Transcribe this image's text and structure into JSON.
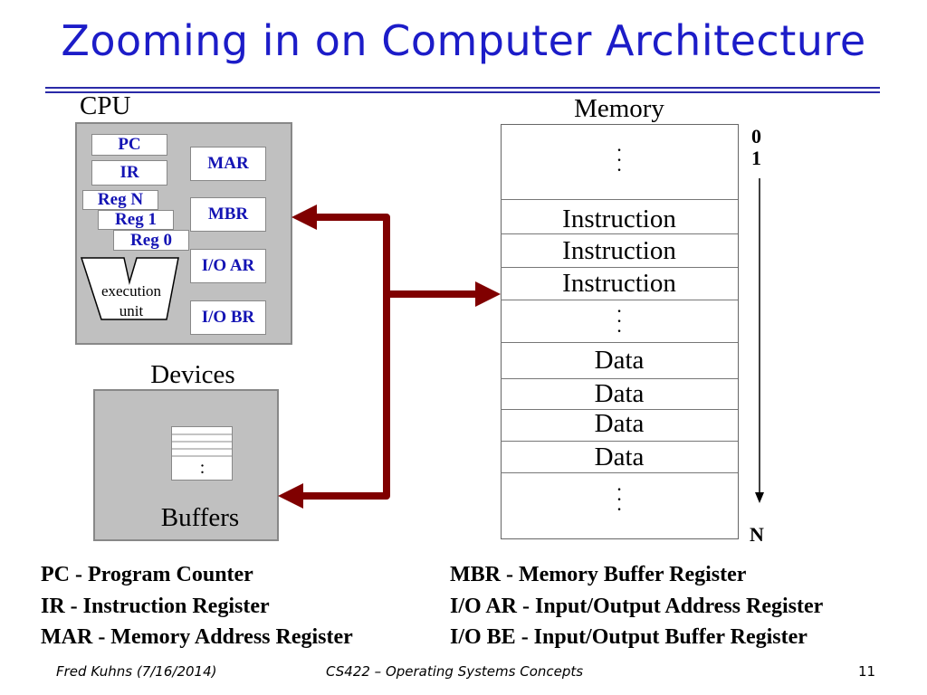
{
  "title": "Zooming in on Computer Architecture",
  "cpu": {
    "label": "CPU",
    "registers": {
      "pc": "PC",
      "ir": "IR",
      "mar": "MAR",
      "mbr": "MBR",
      "ioar": "I/O AR",
      "iobr": "I/O BR",
      "regn": "Reg N",
      "reg1": "Reg 1",
      "reg0": "Reg 0"
    },
    "execution_unit": [
      "execution",
      "unit"
    ]
  },
  "devices": {
    "label": "Devices",
    "buffers": "Buffers",
    "buffer_dots": ":"
  },
  "memory": {
    "label": "Memory",
    "rows": [
      "Instruction",
      "Instruction",
      "Instruction",
      "Data",
      "Data",
      "Data",
      "Data"
    ],
    "ellipsis": "·\n·\n·",
    "addr_start": "0",
    "addr_next": "1",
    "addr_end": "N"
  },
  "bus_color": "#800000",
  "legend": {
    "left": [
      "PC - Program Counter",
      "IR - Instruction Register",
      "MAR - Memory Address Register"
    ],
    "right": [
      "MBR - Memory Buffer Register",
      "I/O AR - Input/Output Address Register",
      "I/O BE - Input/Output Buffer Register"
    ]
  },
  "footer": {
    "author": "Fred Kuhns (7/16/2014)",
    "course": "CS422 – Operating Systems Concepts",
    "page": "11"
  }
}
